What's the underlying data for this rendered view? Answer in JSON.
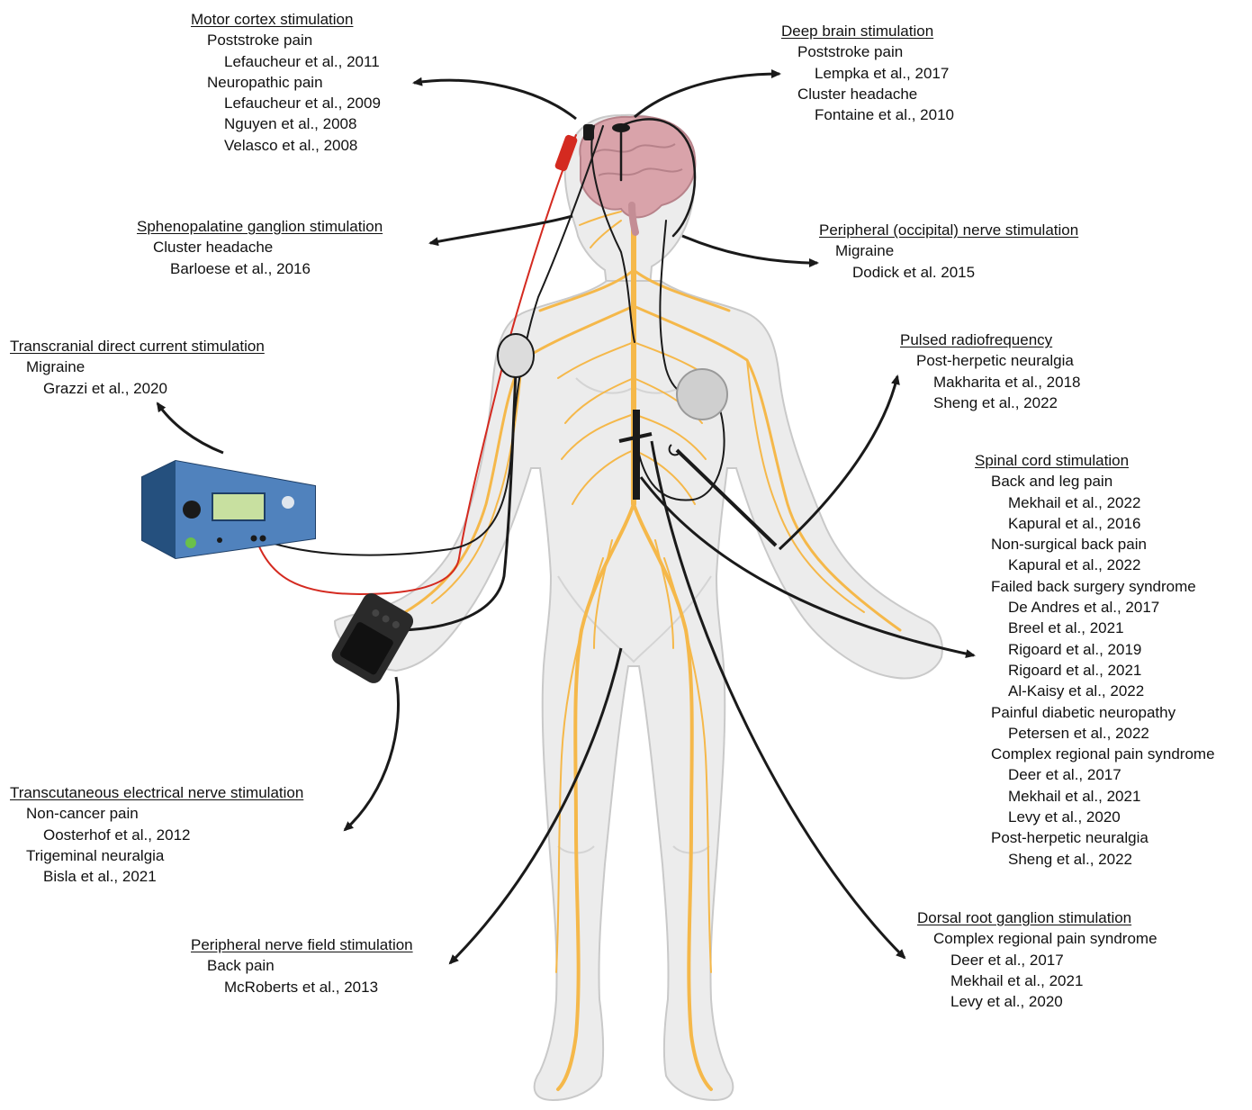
{
  "blocks": {
    "motor_cortex": {
      "heading": "Motor cortex stimulation",
      "lines": [
        {
          "text": "Poststroke pain",
          "level": 1
        },
        {
          "text": "Lefaucheur et al., 2011",
          "level": 2
        },
        {
          "text": "Neuropathic pain",
          "level": 1
        },
        {
          "text": "Lefaucheur et al., 2009",
          "level": 2
        },
        {
          "text": "Nguyen et al., 2008",
          "level": 2
        },
        {
          "text": "Velasco et al., 2008",
          "level": 2
        }
      ]
    },
    "deep_brain": {
      "heading": "Deep brain stimulation",
      "lines": [
        {
          "text": "Poststroke pain",
          "level": 1
        },
        {
          "text": "Lempka et al., 2017",
          "level": 2
        },
        {
          "text": "Cluster headache",
          "level": 1
        },
        {
          "text": "Fontaine et al., 2010",
          "level": 2
        }
      ]
    },
    "sphenopalatine": {
      "heading": "Sphenopalatine ganglion stimulation",
      "lines": [
        {
          "text": "Cluster headache",
          "level": 1
        },
        {
          "text": "Barloese et al., 2016",
          "level": 2
        }
      ]
    },
    "occipital": {
      "heading": "Peripheral (occipital) nerve stimulation",
      "lines": [
        {
          "text": "Migraine",
          "level": 1
        },
        {
          "text": "Dodick et al. 2015",
          "level": 2
        }
      ]
    },
    "tdcs": {
      "heading": "Transcranial direct current stimulation",
      "lines": [
        {
          "text": "Migraine",
          "level": 1
        },
        {
          "text": "Grazzi et al., 2020",
          "level": 2
        }
      ]
    },
    "pulsed_rf": {
      "heading": "Pulsed radiofrequency",
      "lines": [
        {
          "text": "Post-herpetic neuralgia",
          "level": 1
        },
        {
          "text": "Makharita et al., 2018",
          "level": 2
        },
        {
          "text": "Sheng et al., 2022",
          "level": 2
        }
      ]
    },
    "spinal_cord": {
      "heading": "Spinal cord stimulation",
      "lines": [
        {
          "text": "Back and leg pain",
          "level": 1
        },
        {
          "text": "Mekhail et al., 2022",
          "level": 2
        },
        {
          "text": "Kapural et al., 2016",
          "level": 2
        },
        {
          "text": "Non-surgical back pain",
          "level": 1
        },
        {
          "text": "Kapural et al., 2022",
          "level": 2
        },
        {
          "text": "Failed back surgery syndrome",
          "level": 1
        },
        {
          "text": "De Andres et al., 2017",
          "level": 2
        },
        {
          "text": "Breel et al., 2021",
          "level": 2
        },
        {
          "text": "Rigoard et al., 2019",
          "level": 2
        },
        {
          "text": "Rigoard et al., 2021",
          "level": 2
        },
        {
          "text": "Al-Kaisy et al., 2022",
          "level": 2
        },
        {
          "text": "Painful diabetic neuropathy",
          "level": 1
        },
        {
          "text": "Petersen et al., 2022",
          "level": 2
        },
        {
          "text": "Complex regional pain syndrome",
          "level": 1
        },
        {
          "text": "Deer et al., 2017",
          "level": 2
        },
        {
          "text": "Mekhail et al., 2021",
          "level": 2
        },
        {
          "text": "Levy et al., 2020",
          "level": 2
        },
        {
          "text": "Post-herpetic neuralgia",
          "level": 1
        },
        {
          "text": "Sheng et al., 2022",
          "level": 2
        }
      ]
    },
    "tens": {
      "heading": "Transcutaneous electrical nerve stimulation",
      "lines": [
        {
          "text": "Non-cancer pain",
          "level": 1
        },
        {
          "text": "Oosterhof et al., 2012",
          "level": 2
        },
        {
          "text": "Trigeminal neuralgia",
          "level": 1
        },
        {
          "text": "Bisla et al., 2021",
          "level": 2
        }
      ]
    },
    "drg": {
      "heading": "Dorsal root ganglion stimulation",
      "lines": [
        {
          "text": "Complex regional pain syndrome",
          "level": 1
        },
        {
          "text": "Deer et al., 2017",
          "level": 2
        },
        {
          "text": "Mekhail et al., 2021",
          "level": 2
        },
        {
          "text": "Levy et al., 2020",
          "level": 2
        }
      ]
    },
    "pnfs": {
      "heading": "Peripheral nerve field stimulation",
      "lines": [
        {
          "text": "Back pain",
          "level": 1
        },
        {
          "text": "McRoberts et al., 2013",
          "level": 2
        }
      ]
    }
  },
  "colors": {
    "body_fill": "#ececec",
    "body_stroke": "#c9c9c9",
    "nerve": "#f5b84a",
    "brain": "#d9a3aa",
    "lead_red": "#d42a20",
    "lead_black": "#1a1a1a",
    "device_blue": "#3a6ea5",
    "device_screen": "#c8e0a0"
  }
}
